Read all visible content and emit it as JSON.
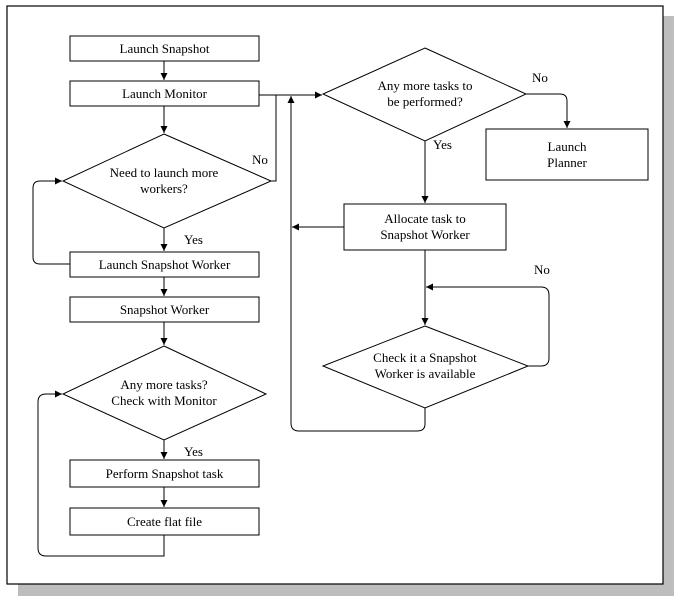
{
  "nodes": {
    "launch_snapshot": "Launch Snapshot",
    "launch_monitor": "Launch Monitor",
    "need_launch_line1": "Need to launch more",
    "need_launch_line2": "workers?",
    "launch_snapshot_worker": "Launch Snapshot Worker",
    "snapshot_worker": "Snapshot Worker",
    "any_more_tasks_line1": "Any more tasks?",
    "any_more_tasks_line2": "Check with Monitor",
    "perform_task": "Perform Snapshot task",
    "create_flat_file": "Create flat file",
    "monitor_more_tasks_line1": "Any more tasks to",
    "monitor_more_tasks_line2": "be performed?",
    "launch_planner_line1": "Launch",
    "launch_planner_line2": "Planner",
    "allocate_line1": "Allocate task to",
    "allocate_line2": "Snapshot Worker",
    "check_available_line1": "Check it a Snapshot",
    "check_available_line2": "Worker is available"
  },
  "edge_labels": {
    "need_launch_no": "No",
    "need_launch_yes": "Yes",
    "any_more_yes": "Yes",
    "monitor_no": "No",
    "monitor_yes": "Yes",
    "check_no": "No"
  }
}
